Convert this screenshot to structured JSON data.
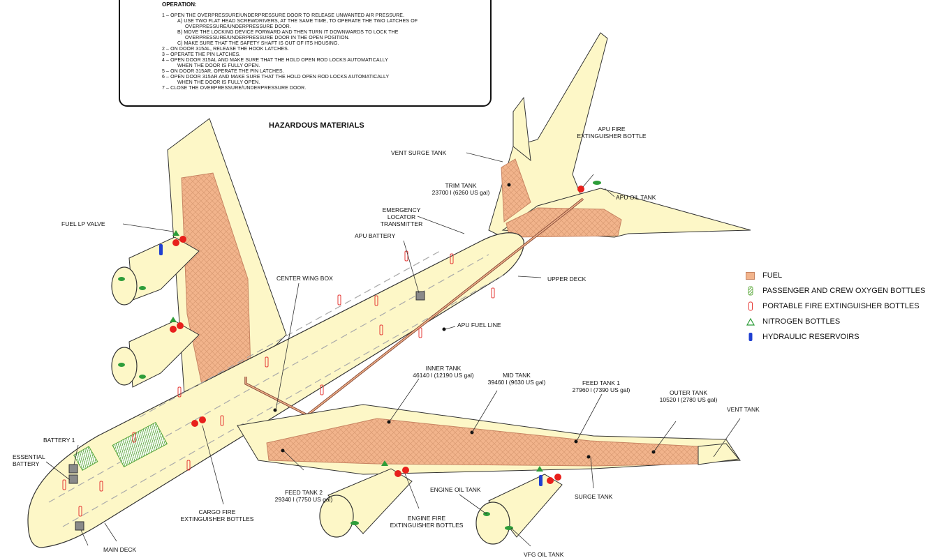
{
  "operation": {
    "title": "OPERATION:",
    "lines": [
      "1 – OPEN THE OVERPRESSURE/UNDERPRESSURE DOOR TO RELEASE UNWANTED AIR PRESSURE.",
      "A) USE TWO FLAT HEAD SCREWDRIVERS, AT THE SAME TIME, TO OPERATE THE TWO LATCHES OF",
      "OVERPRESSURE/UNDERPRESSURE DOOR.",
      "B) MOVE THE LOCKING DEVICE FORWARD AND THEN TURN IT DOWNWARDS TO LOCK THE",
      "OVERPRESSURE/UNDERPRESSURE DOOR IN THE OPEN POSITION.",
      "C) MAKE SURE THAT THE SAFETY SHAFT IS OUT OF ITS HOUSING.",
      "2 – ON DOOR 315AL, RELEASE THE HOOK LATCHES.",
      "3 – OPERATE THE PIN LATCHES.",
      "4 – OPEN DOOR 315AL AND MAKE SURE THAT THE HOLD OPEN ROD LOCKS AUTOMATICALLY",
      "WHEN THE DOOR IS FULLY OPEN.",
      "5 – ON DOOR 315AR, OPERATE THE PIN LATCHES.",
      "6 – OPEN DOOR 315AR AND MAKE SURE THAT THE HOLD OPEN ROD LOCKS AUTOMATICALLY",
      "WHEN THE DOOR IS FULLY OPEN.",
      "7 – CLOSE THE OVERPRESSURE/UNDERPRESSURE DOOR."
    ]
  },
  "title": "HAZARDOUS MATERIALS",
  "labels": {
    "vent_surge_tank": "VENT SURGE TANK",
    "apu_fire_bottle_1": "APU FIRE",
    "apu_fire_bottle_2": "EXTINGUISHER BOTTLE",
    "trim_tank_1": "TRIM TANK",
    "trim_tank_2": "23700 l (6260 US gal)",
    "apu_oil_tank": "APU OIL TANK",
    "elt_1": "EMERGENCY",
    "elt_2": "LOCATOR",
    "elt_3": "TRANSMITTER",
    "fuel_lp_valve": "FUEL LP VALVE",
    "apu_battery": "APU BATTERY",
    "center_wing_box": "CENTER WING BOX",
    "upper_deck": "UPPER DECK",
    "apu_fuel_line": "APU FUEL LINE",
    "inner_tank_1": "INNER TANK",
    "inner_tank_2": "46140 l (12190 US gal)",
    "mid_tank_1": "MID TANK",
    "mid_tank_2": "39460 l (9630 US gal)",
    "feed_tank_1_1": "FEED TANK 1",
    "feed_tank_1_2": "27960 l (7390 US gal)",
    "outer_tank_1": "OUTER TANK",
    "outer_tank_2": "10520 l (2780 US gal)",
    "vent_tank": "VENT TANK",
    "battery_1": "BATTERY 1",
    "essential_battery_1": "ESSENTIAL",
    "essential_battery_2": "BATTERY",
    "feed_tank_2_1": "FEED TANK 2",
    "feed_tank_2_2": "29340 l (7750 US gal)",
    "cargo_fire_1": "CARGO FIRE",
    "cargo_fire_2": "EXTINGUISHER BOTTLES",
    "engine_oil_tank": "ENGINE OIL TANK",
    "engine_fire_1": "ENGINE FIRE",
    "engine_fire_2": "EXTINGUISHER BOTTLES",
    "surge_tank": "SURGE TANK",
    "main_deck": "MAIN DECK",
    "vfg_oil_tank": "VFG OIL TANK"
  },
  "legend": [
    {
      "label": "FUEL",
      "symbol": "fuel-swatch",
      "color": "#f2b48c"
    },
    {
      "label": "PASSENGER AND CREW OXYGEN BOTTLES",
      "symbol": "oxygen-hatch",
      "color": "#6ab04c"
    },
    {
      "label": "PORTABLE FIRE EXTINGUISHER BOTTLES",
      "symbol": "extinguisher-outline",
      "color": "#e53935"
    },
    {
      "label": "NITROGEN BOTTLES",
      "symbol": "triangle-outline",
      "color": "#2e9d3a"
    },
    {
      "label": "HYDRAULIC RESERVOIRS",
      "symbol": "blue-capsule",
      "color": "#1f3fd1"
    }
  ],
  "colors": {
    "airframe": "#fdf7c7",
    "fuel": "#f2b48c",
    "fuel_stroke": "#c78462",
    "outline": "#333333",
    "red_dot": "#e8201c",
    "green": "#2e9d3a",
    "blue": "#1f3fd1",
    "battery": "#8a8a8a"
  }
}
